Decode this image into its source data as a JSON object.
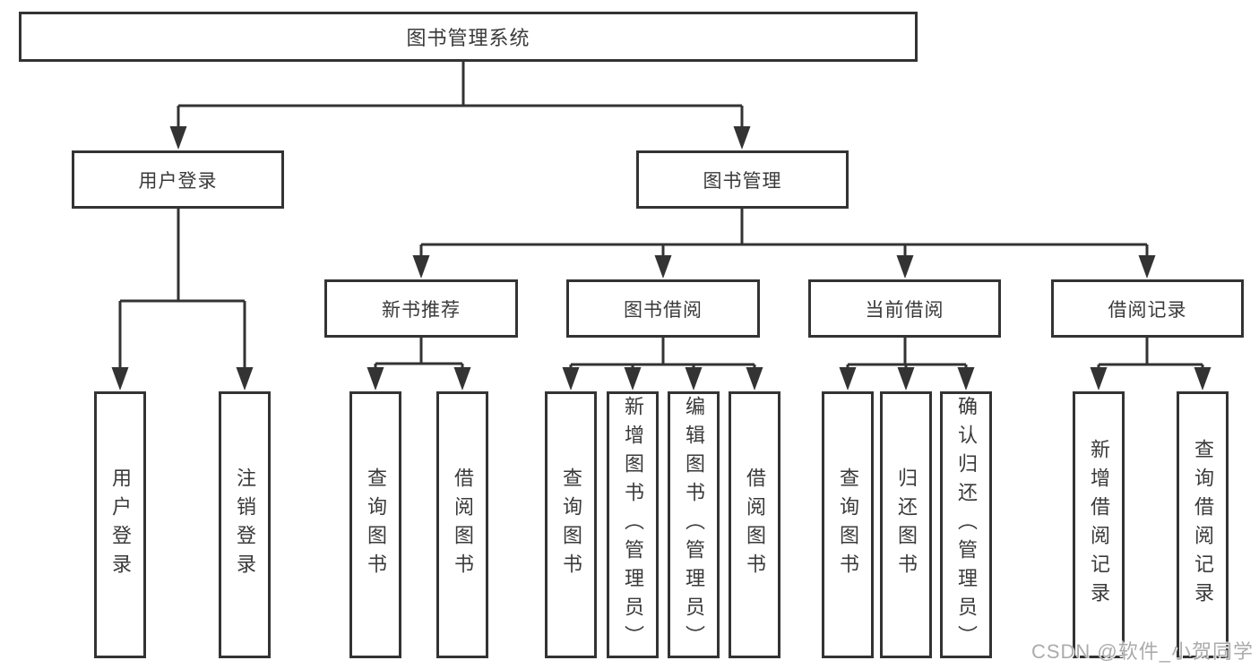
{
  "tree": {
    "root": {
      "label": "图书管理系统"
    },
    "branches": [
      {
        "label": "用户登录",
        "children": [
          {
            "label": "用户登录"
          },
          {
            "label": "注销登录"
          }
        ]
      },
      {
        "label": "图书管理",
        "children": [
          {
            "label": "新书推荐",
            "children": [
              {
                "label": "查询图书"
              },
              {
                "label": "借阅图书"
              }
            ]
          },
          {
            "label": "图书借阅",
            "children": [
              {
                "label": "查询图书"
              },
              {
                "label": "新增图书（管理员）"
              },
              {
                "label": "编辑图书（管理员）"
              },
              {
                "label": "借阅图书"
              }
            ]
          },
          {
            "label": "当前借阅",
            "children": [
              {
                "label": "查询图书"
              },
              {
                "label": "归还图书"
              },
              {
                "label": "确认归还（管理员）"
              }
            ]
          },
          {
            "label": "借阅记录",
            "children": [
              {
                "label": "新增借阅记录"
              },
              {
                "label": "查询借阅记录"
              }
            ]
          }
        ]
      }
    ]
  },
  "watermark": "CSDN @软件_小贺同学",
  "colors": {
    "line": "#333333",
    "box_border": "#333333",
    "text": "#3a3a3a",
    "background": "#ffffff",
    "watermark": "#ababab"
  }
}
